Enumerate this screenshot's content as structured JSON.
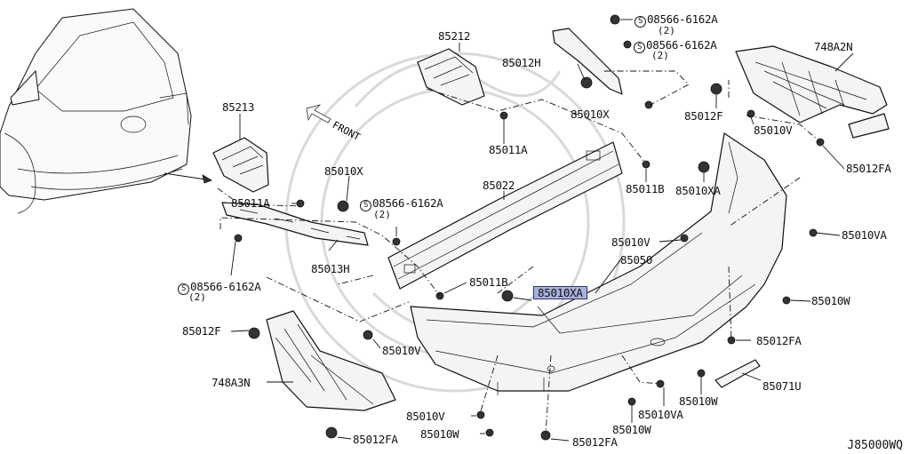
{
  "diagram_code": "J85000WQ",
  "front_label": "FRONT",
  "parts": [
    {
      "id": "p85212",
      "text": "85212"
    },
    {
      "id": "p85012h",
      "text": "85012H"
    },
    {
      "id": "p85010x_top",
      "text": "85010X"
    },
    {
      "id": "p85213",
      "text": "85213"
    },
    {
      "id": "p85011a_top",
      "text": "85011A"
    },
    {
      "id": "p85010x_mid",
      "text": "85010X"
    },
    {
      "id": "p85011a_left",
      "text": "85011A"
    },
    {
      "id": "p85022",
      "text": "85022"
    },
    {
      "id": "p85013h",
      "text": "85013H"
    },
    {
      "id": "p85011b_top",
      "text": "85011B"
    },
    {
      "id": "p85010xa_top",
      "text": "85010XA"
    },
    {
      "id": "p748a2n",
      "text": "748A2N"
    },
    {
      "id": "p85012f_top",
      "text": "85012F"
    },
    {
      "id": "p85010v_top",
      "text": "85010V"
    },
    {
      "id": "p85012fa_top",
      "text": "85012FA"
    },
    {
      "id": "p85010va_right",
      "text": "85010VA"
    },
    {
      "id": "p85010v_mid",
      "text": "85010V"
    },
    {
      "id": "p85050",
      "text": "85050"
    },
    {
      "id": "p85011b_mid",
      "text": "85011B"
    },
    {
      "id": "p85010xa_hl",
      "text": "85010XA"
    },
    {
      "id": "p85010w_right",
      "text": "85010W"
    },
    {
      "id": "p85012f_left",
      "text": "85012F"
    },
    {
      "id": "p85010v_left",
      "text": "85010V"
    },
    {
      "id": "p85012fa_mid",
      "text": "85012FA"
    },
    {
      "id": "p748a3n",
      "text": "748A3N"
    },
    {
      "id": "p85071u",
      "text": "85071U"
    },
    {
      "id": "p85010va_bot",
      "text": "85010VA"
    },
    {
      "id": "p85010w_mid",
      "text": "85010W"
    },
    {
      "id": "p85010v_bot",
      "text": "85010V"
    },
    {
      "id": "p85010w_bot",
      "text": "85010W"
    },
    {
      "id": "p85010w_bot2",
      "text": "85010W"
    },
    {
      "id": "p85012fa_bot",
      "text": "85012FA"
    },
    {
      "id": "p85012fa_bot2",
      "text": "85012FA"
    }
  ],
  "bolts": [
    {
      "id": "b1",
      "symbol": "S",
      "text": "08566-6162A",
      "qty": "(2)"
    },
    {
      "id": "b2",
      "symbol": "S",
      "text": "08566-6162A",
      "qty": "(2)"
    },
    {
      "id": "b3",
      "symbol": "S",
      "text": "08566-6162A",
      "qty": "(2)"
    },
    {
      "id": "b4",
      "symbol": "S",
      "text": "08566-6162A",
      "qty": "(2)"
    }
  ]
}
